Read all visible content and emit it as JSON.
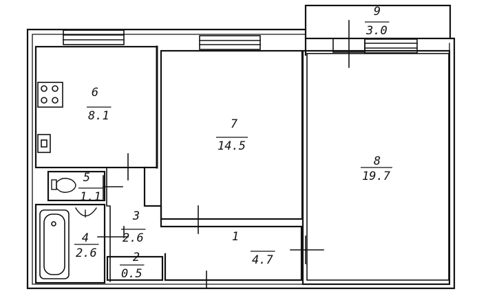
{
  "rooms": [
    {
      "number": "1",
      "area": "4.7"
    },
    {
      "number": "2",
      "area": "0.5"
    },
    {
      "number": "3",
      "area": "2.6"
    },
    {
      "number": "4",
      "area": "2.6"
    },
    {
      "number": "5",
      "area": "1.1"
    },
    {
      "number": "6",
      "area": "8.1"
    },
    {
      "number": "7",
      "area": "14.5"
    },
    {
      "number": "8",
      "area": "19.7"
    },
    {
      "number": "9",
      "area": "3.0"
    }
  ],
  "colors": {
    "ink": "#111111",
    "paper": "#ffffff"
  }
}
